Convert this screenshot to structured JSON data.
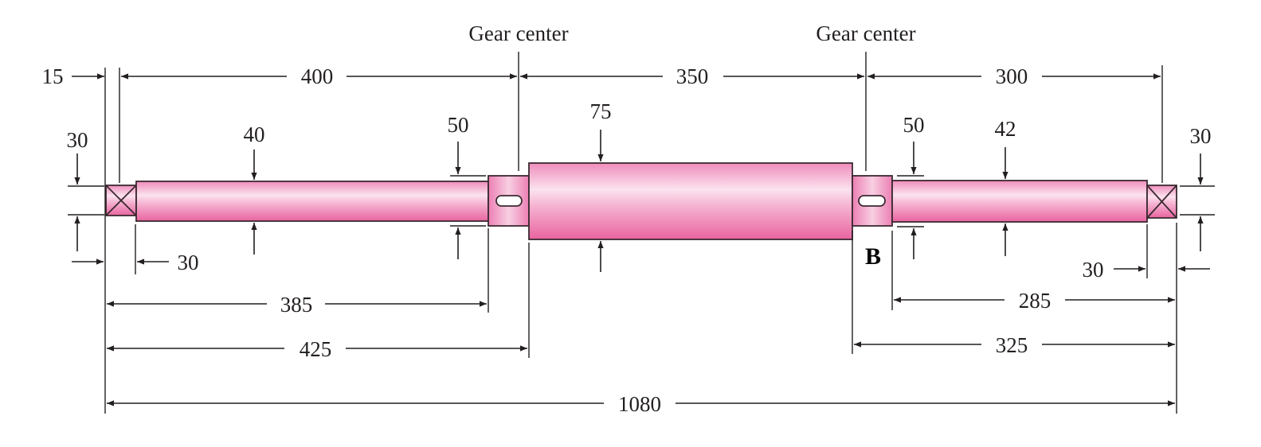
{
  "labels": {
    "gear_center_left": "Gear center",
    "gear_center_right": "Gear center",
    "point_b": "B"
  },
  "dimensions": {
    "d15": "15",
    "d400": "400",
    "d350": "350",
    "d300": "300",
    "d30_bearing_left_dia": "30",
    "d40": "40",
    "d50_left": "50",
    "d75": "75",
    "d50_right": "50",
    "d42": "42",
    "d30_bearing_right_dia": "30",
    "d30_left_len": "30",
    "d30_right_len": "30",
    "d385": "385",
    "d425": "425",
    "d285": "285",
    "d325": "325",
    "d1080": "1080"
  },
  "colors": {
    "shaft_light": "#fbe1ee",
    "shaft_mid": "#f29ac4",
    "shaft_dark": "#e65e9e",
    "outline": "#3a2a30"
  }
}
